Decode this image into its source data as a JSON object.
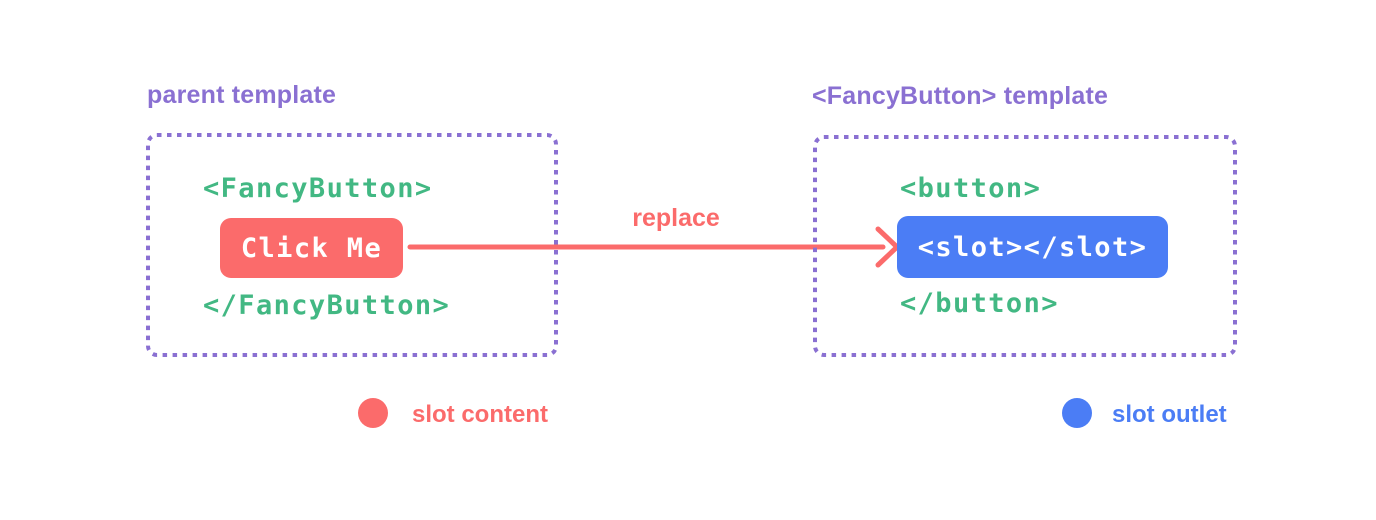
{
  "colors": {
    "background": "#ffffff",
    "purple": "#8a70d2",
    "green": "#42b883",
    "red": "#fb6b6b",
    "blue": "#4b7df5",
    "white_text": "#ffffff"
  },
  "parent_panel": {
    "title": "parent template",
    "open_tag": "<FancyButton>",
    "button_text": "Click Me",
    "close_tag": "</FancyButton>"
  },
  "arrow": {
    "label": "replace"
  },
  "component_panel": {
    "title": "<FancyButton> template",
    "open_tag": "<button>",
    "slot_text": "<slot></slot>",
    "close_tag": "</button>"
  },
  "legend": [
    {
      "label": "slot content",
      "color": "#fb6b6b"
    },
    {
      "label": "slot outlet",
      "color": "#4b7df5"
    }
  ]
}
